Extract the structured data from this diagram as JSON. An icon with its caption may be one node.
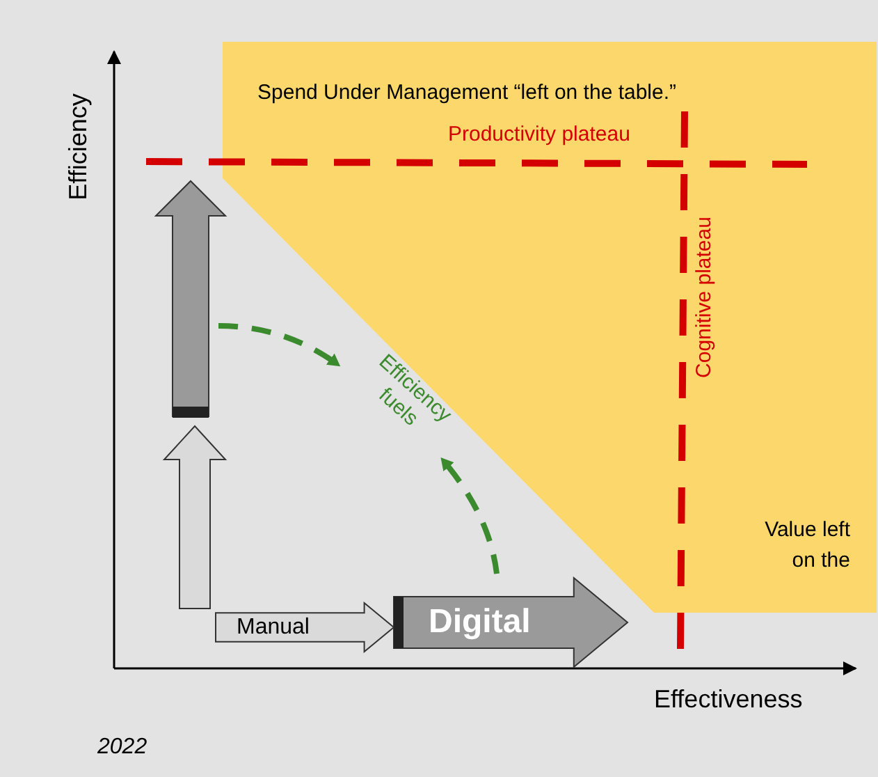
{
  "diagram": {
    "caption": "2022",
    "nodes": [
      {
        "text": [
          "Manual"
        ]
      },
      {
        "text": [
          "Digital"
        ]
      }
    ],
    "labels": [
      "Efficiency",
      "Spend Under Management “left on the table.”",
      "Productivity plateau",
      "Cognitive plateau",
      "Efficiency fuels",
      "Value left on the",
      "Effectiveness"
    ]
  }
}
